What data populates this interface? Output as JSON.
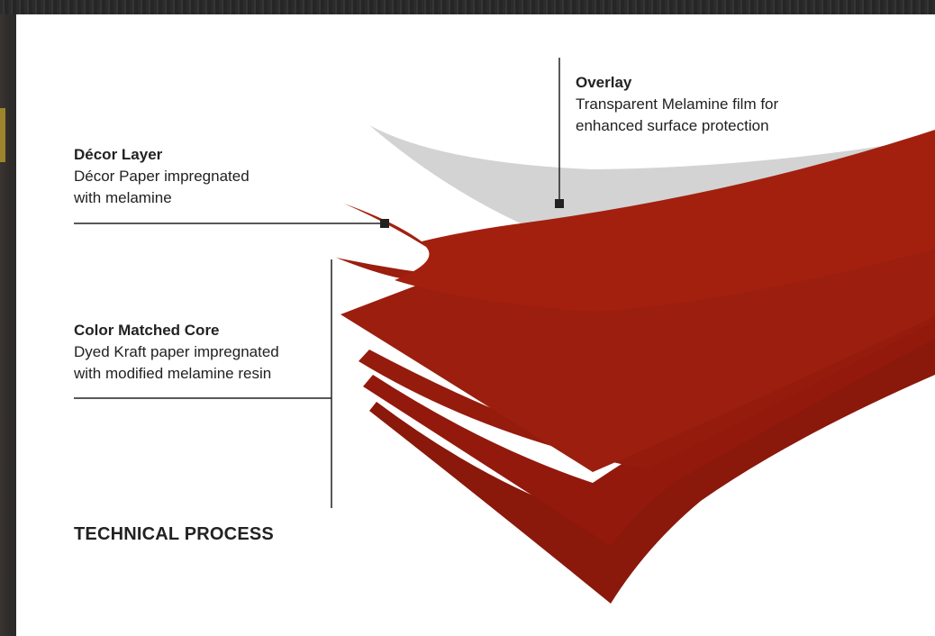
{
  "heading": "TECHNICAL PROCESS",
  "layers": {
    "overlay": {
      "title": "Overlay",
      "description": "Transparent Melamine film for\nenhanced surface protection"
    },
    "decor": {
      "title": "Décor Layer",
      "description": "Décor Paper impregnated\nwith melamine"
    },
    "core": {
      "title": "Color Matched Core",
      "description": "Dyed Kraft paper impregnated\nwith modified  melamine resin"
    }
  },
  "colors": {
    "overlay_sheet": "#d3d3d3",
    "decor_sheet": "#a3200f",
    "core_sheet": "#951b0d",
    "core_sheet_dark": "#8a180b",
    "leader_line": "#222222",
    "panel": "#ffffff"
  }
}
